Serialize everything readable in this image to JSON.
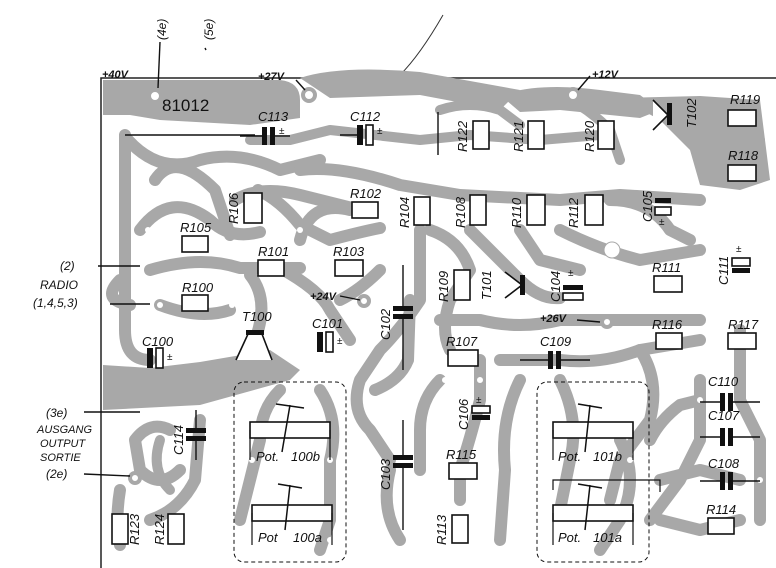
{
  "board": {
    "id": "81012",
    "colors": {
      "copper": "#a8a8a8",
      "ink": "#111111",
      "background": "#ffffff"
    }
  },
  "top_labels": {
    "t4e": "(4e)",
    "t5e": "(5e)"
  },
  "supply": {
    "v40": "+40V",
    "v27": "+27V",
    "v12": "+12V",
    "v24": "+24V",
    "v26": "+26V"
  },
  "left_labels": {
    "l2": "(2)",
    "radio": "RADIO",
    "radio_pins": "(1,4,5,3)",
    "l3e": "(3e)",
    "ausgang": "AUSGANG",
    "output": "OUTPUT",
    "sortie": "SORTIE",
    "l2e": "(2e)"
  },
  "resistors": {
    "r100": "R100",
    "r101": "R101",
    "r102": "R102",
    "r103": "R103",
    "r104": "R104",
    "r105": "R105",
    "r106": "R106",
    "r107": "R107",
    "r108": "R108",
    "r109": "R109",
    "r110": "R110",
    "r111": "R111",
    "r112": "R112",
    "r113": "R113",
    "r114": "R114",
    "r115": "R115",
    "r116": "R116",
    "r117": "R117",
    "r118": "R118",
    "r119": "R119",
    "r120": "R120",
    "r121": "R121",
    "r122": "R122",
    "r123": "R123",
    "r124": "R124"
  },
  "capacitors": {
    "c100": "C100",
    "c101": "C101",
    "c102": "C102",
    "c103": "C103",
    "c104": "C104",
    "c105": "C105",
    "c106": "C106",
    "c107": "C107",
    "c108": "C108",
    "c109": "C109",
    "c110": "C110",
    "c111": "C111",
    "c112": "C112",
    "c113": "C113",
    "c114": "C114"
  },
  "transistors": {
    "t100": "T100",
    "t101": "T101",
    "t102": "T102"
  },
  "pots": {
    "p100b_a": "Pot.",
    "p100b_b": "100b",
    "p100a_a": "Pot",
    "p100a_b": "100a",
    "p101b_a": "Pot.",
    "p101b_b": "101b",
    "p101a_a": "Pot.",
    "p101a_b": "101a"
  }
}
